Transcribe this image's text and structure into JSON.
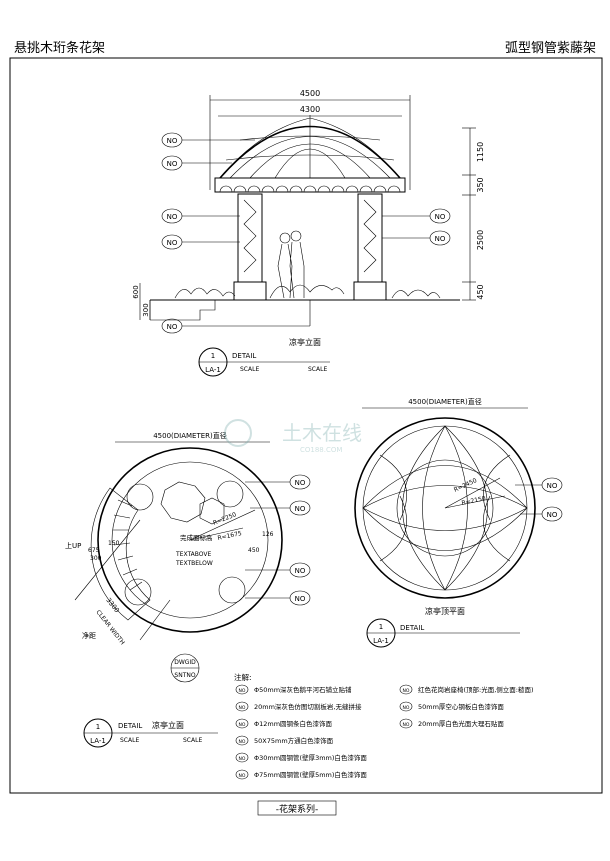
{
  "header": {
    "title_left": "悬挑木珩条花架",
    "title_right": "弧型钢管紫藤架"
  },
  "elevation": {
    "dim_total": "4500",
    "dim_inner": "4300",
    "dim_dome": "1150",
    "dim_ring": "350",
    "dim_column": "2500",
    "dim_base": "450",
    "dim_step1": "300",
    "dim_step2": "600",
    "caption": "凉亭立面",
    "detail": {
      "num": "1",
      "sheet": "LA-1",
      "word": "DETAIL",
      "scale1": "SCALE",
      "scale2": "SCALE"
    }
  },
  "plan": {
    "title_dim": "4500(DIAMETER)直径",
    "label_up": "上UP",
    "label_finish": "完成面标高",
    "text_above": "TEXTABOVE",
    "text_below": "TEXTBELOW",
    "r1": "R=2250",
    "r2": "R=1675",
    "d450": "450",
    "d126": "126",
    "d300": "300",
    "d150": "150",
    "d675": "675",
    "clear_dim": "3300",
    "clear_width": "CLEAR WIDTH",
    "clear_cn": "净距",
    "dwgid": "DWGID",
    "sntno": "SNTNO",
    "caption": "凉亭立面",
    "detail": {
      "num": "1",
      "sheet": "LA-1",
      "word": "DETAIL",
      "scale1": "SCALE",
      "scale2": "SCALE"
    }
  },
  "roof": {
    "title_dim": "4500(DIAMETER)直径",
    "r1": "R=2450",
    "r2": "R=2150",
    "caption": "凉亭顶平面",
    "detail": {
      "num": "1",
      "sheet": "LA-1",
      "word": "DETAIL"
    }
  },
  "tag": "NO",
  "notes": {
    "heading": "注解:",
    "left": [
      "Φ50mm深灰色鹅平河石铺立贴铺",
      "20mm深灰色仿图切割板岩,无缝拼接",
      "Φ12mm圆钢条白色漆饰面",
      "50X75mm方通白色漆饰面",
      "Φ30mm圆钢管(壁厚3mm)白色漆饰面",
      "Φ75mm圆钢管(壁厚5mm)白色漆饰面"
    ],
    "right": [
      "红色花岗岩座椅(顶部:光面,侧立面:糙面)",
      "50mm厚空心钢板白色漆饰面",
      "20mm厚白色光面大理石贴面"
    ]
  },
  "watermark": {
    "cn": "土木在线",
    "en": "CO188.COM"
  },
  "footer": "-花架系列-"
}
